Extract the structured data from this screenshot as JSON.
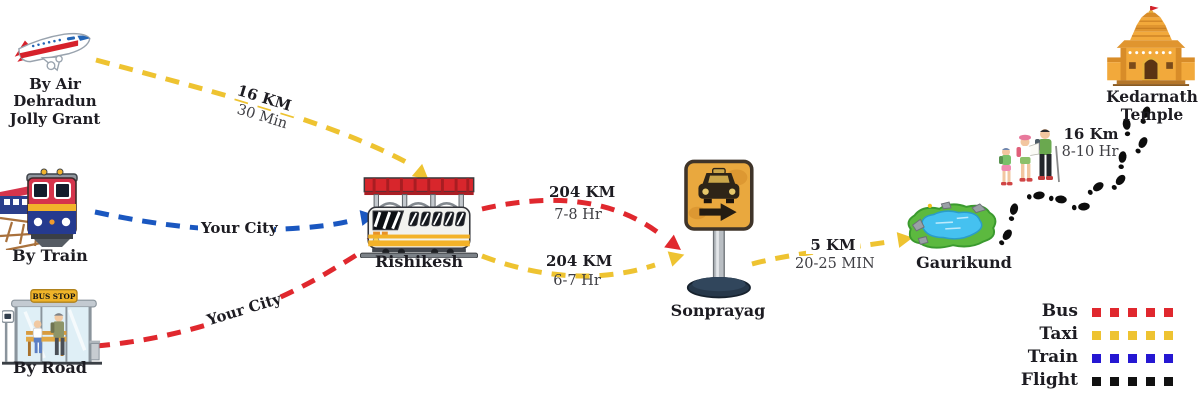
{
  "colors": {
    "bus": "#e0282e",
    "taxi": "#eec331",
    "train": "#1a57c0",
    "flight": "#111111",
    "train_legend": "#2517d2",
    "text": "#1d1c22"
  },
  "nodes": {
    "air": {
      "label_lines": [
        "By Air",
        "Dehradun",
        "Jolly Grant"
      ]
    },
    "train": {
      "label": "By Train"
    },
    "road": {
      "label": "By Road",
      "sign": "BUS STOP"
    },
    "rishikesh": {
      "label": "Rishikesh"
    },
    "sonprayag": {
      "label": "Sonprayag"
    },
    "gaurikund": {
      "label": "Gaurikund"
    },
    "temple": {
      "label_lines": [
        "Kedarnath",
        "Temple"
      ]
    }
  },
  "routes": {
    "air_taxi": {
      "distance": "16 KM",
      "time": "30 Min"
    },
    "train_in": {
      "label": "Your City"
    },
    "road_in": {
      "label": "Your City"
    },
    "bus_leg": {
      "distance": "204 KM",
      "time": "7-8 Hr"
    },
    "taxi_leg": {
      "distance": "204 KM",
      "time": "6-7 Hr"
    },
    "gauri_leg": {
      "distance": "5 KM",
      "time": "20-25 MIN"
    },
    "trek_leg": {
      "distance": "16 Km",
      "time": "8-10 Hr"
    }
  },
  "legend": {
    "items": [
      {
        "label": "Bus",
        "color_key": "bus"
      },
      {
        "label": "Taxi",
        "color_key": "taxi"
      },
      {
        "label": "Train",
        "color_key": "train_legend"
      },
      {
        "label": "Flight",
        "color_key": "flight"
      }
    ]
  }
}
